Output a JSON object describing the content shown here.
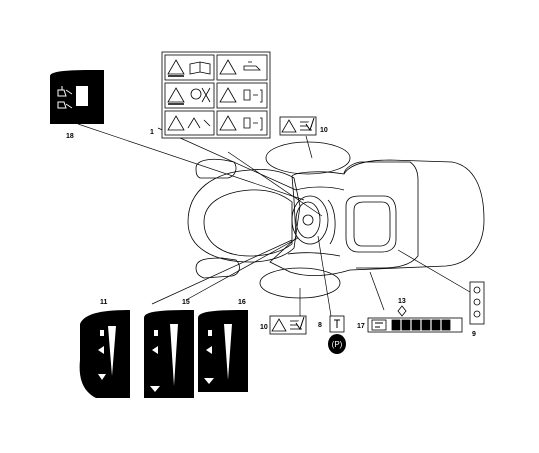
{
  "callouts": {
    "c1": "1",
    "c8": "8",
    "c9": "9",
    "c10_top": "10",
    "c10_bottom": "10",
    "c11": "11",
    "c13": "13",
    "c15": "15",
    "c16": "16",
    "c17": "17",
    "c18": "18"
  },
  "colors": {
    "line": "#000000",
    "fill_dark": "#000000",
    "paper": "#ffffff"
  },
  "icons": {
    "warning": "warning-triangle-icon",
    "manual": "read-manual-icon",
    "park": "parking-brake-icon",
    "diamond": "diamond-symbol-icon"
  }
}
